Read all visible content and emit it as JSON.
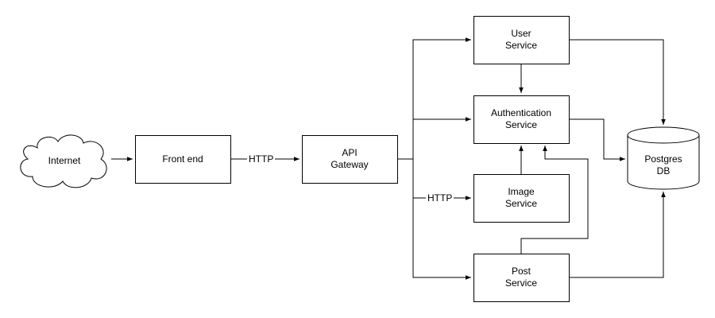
{
  "colors": {
    "stroke": "#000000",
    "fill": "#ffffff",
    "text": "#000000"
  },
  "nodes": {
    "internet": {
      "shape": "cloud",
      "lines": [
        "Internet"
      ]
    },
    "frontend": {
      "shape": "rect",
      "lines": [
        "Front end"
      ]
    },
    "gateway": {
      "shape": "rect",
      "lines": [
        "API",
        "Gateway"
      ]
    },
    "user": {
      "shape": "rect",
      "lines": [
        "User",
        "Service"
      ]
    },
    "auth": {
      "shape": "rect",
      "lines": [
        "Authentication",
        "Service"
      ]
    },
    "image": {
      "shape": "rect",
      "lines": [
        "Image",
        "Service"
      ]
    },
    "post": {
      "shape": "rect",
      "lines": [
        "Post",
        "Service"
      ]
    },
    "db": {
      "shape": "cylinder",
      "lines": [
        "Postgres",
        "DB"
      ]
    }
  },
  "edges": [
    {
      "from": "internet",
      "to": "frontend"
    },
    {
      "from": "frontend",
      "to": "gateway",
      "label": "HTTP"
    },
    {
      "from": "gateway",
      "to": "user"
    },
    {
      "from": "gateway",
      "to": "auth"
    },
    {
      "from": "gateway",
      "to": "image",
      "label": "HTTP"
    },
    {
      "from": "gateway",
      "to": "post"
    },
    {
      "from": "user",
      "to": "auth"
    },
    {
      "from": "image",
      "to": "auth"
    },
    {
      "from": "post",
      "to": "auth"
    },
    {
      "from": "user",
      "to": "db"
    },
    {
      "from": "auth",
      "to": "db"
    },
    {
      "from": "post",
      "to": "db"
    }
  ]
}
